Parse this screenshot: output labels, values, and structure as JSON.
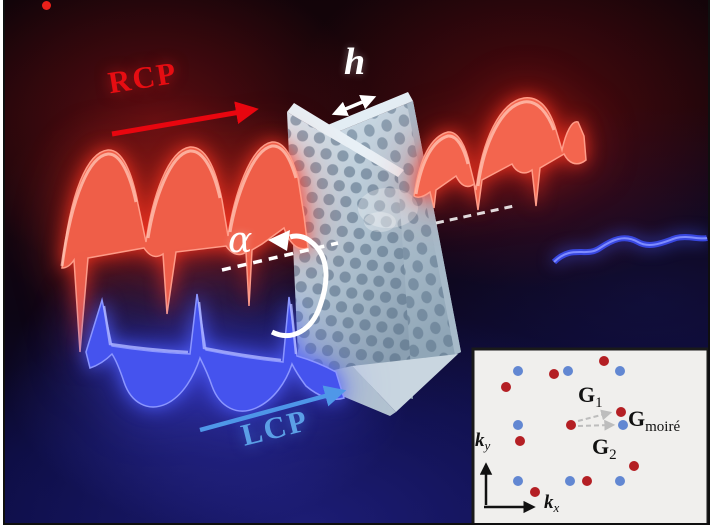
{
  "figure": {
    "description": "Moiré twisted bilayer photonic-crystal slabs illuminated by circularly polarized light",
    "labels": {
      "rcp": "RCP",
      "lcp": "LCP",
      "slab_separation": "h",
      "twist_angle": "α"
    },
    "annotation_dot_color": "#e9201a",
    "colors": {
      "rcp_text": "#e60d12",
      "lcp_text": "#5b9fe6",
      "wave_red": "#ef5e48",
      "wave_blue": "#4553ee",
      "slab": "#c3d2de",
      "background_top": "#140407",
      "background_bottom": "#0c0c44"
    },
    "inset": {
      "background": "#f0efed",
      "axes": {
        "x": {
          "base": "k",
          "sub": "x"
        },
        "y": {
          "base": "k",
          "sub": "y"
        }
      },
      "vector_labels": {
        "g1": {
          "base": "G",
          "sub": "1"
        },
        "g2": {
          "base": "G",
          "sub": "2"
        },
        "gmoire": {
          "base": "G",
          "sub": "moiré"
        }
      },
      "red_dot_color": "#b41f24",
      "blue_dot_color": "#6287d2",
      "red_dots": [
        [
          604,
          361
        ],
        [
          554,
          374
        ],
        [
          506,
          387
        ],
        [
          621,
          412
        ],
        [
          571,
          425
        ],
        [
          520,
          441
        ],
        [
          634,
          466
        ],
        [
          587,
          481
        ],
        [
          535,
          492
        ]
      ],
      "blue_dots": [
        [
          518,
          371
        ],
        [
          568,
          371
        ],
        [
          620,
          371
        ],
        [
          518,
          425
        ],
        [
          623,
          425
        ],
        [
          518,
          481
        ],
        [
          570,
          481
        ],
        [
          620,
          481
        ]
      ]
    }
  }
}
